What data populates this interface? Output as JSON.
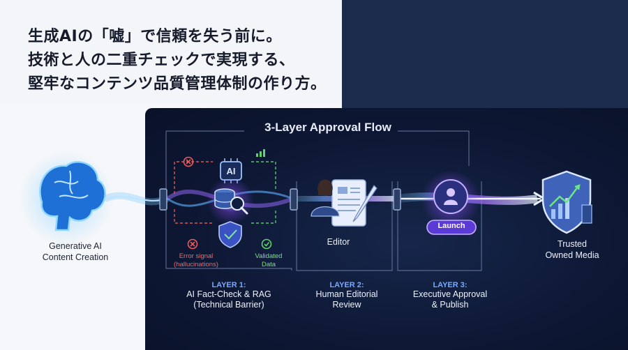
{
  "headline": {
    "line1": "生成AIの「嘘」で信頼を失う前に。",
    "line2": "技術と人の二重チェックで実現する、",
    "line3": "堅牢なコンテンツ品質管理体制の作り方。"
  },
  "flow": {
    "title": "3-Layer Approval Flow",
    "source_label": "Generative AI\nContent Creation",
    "sink_label": "Trusted\nOwned Media",
    "ai_badge": "AI",
    "error_label": "Error signal\n(hallucinations)",
    "validated_label": "Validated\nData",
    "editor_label": "Editor",
    "launch_label": "Launch",
    "layers": [
      {
        "number": "LAYER 1:",
        "name": "AI Fact-Check & RAG\n(Technical Barrier)"
      },
      {
        "number": "LAYER 2:",
        "name": "Human Editorial\nReview"
      },
      {
        "number": "LAYER 3:",
        "name": "Executive Approval\n& Publish"
      }
    ]
  },
  "colors": {
    "accent_blue": "#4ea8ff",
    "accent_purple": "#a35cff",
    "error_red": "#ef5b5b",
    "ok_green": "#5fd46b",
    "panel_navy": "#0d1733"
  },
  "icons": [
    "brain-icon",
    "ai-chip-icon",
    "database-search-icon",
    "shield-icon",
    "error-x-icon",
    "check-icon",
    "editor-document-icon",
    "user-stamp-icon",
    "shield-chart-icon"
  ]
}
